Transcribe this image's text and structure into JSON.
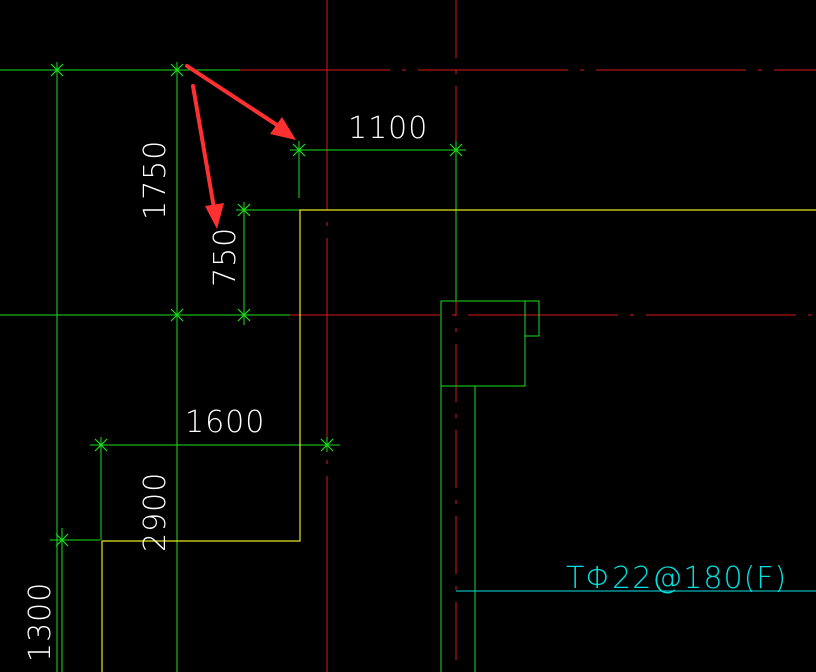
{
  "colors": {
    "background": "#000000",
    "axis_line": "#d81a1a",
    "dimension": "#19e019",
    "wall_outline": "#e6e61e",
    "text": "#ffffff",
    "rebar": "#00e0e0",
    "annotation_arrow": "#ff3030"
  },
  "dimensions": {
    "d1100": "1100",
    "d1750": "1750",
    "d750": "750",
    "d1600": "1600",
    "d2900": "2900",
    "d1300": "1300"
  },
  "rebar_label": "TΦ22@180(F)"
}
